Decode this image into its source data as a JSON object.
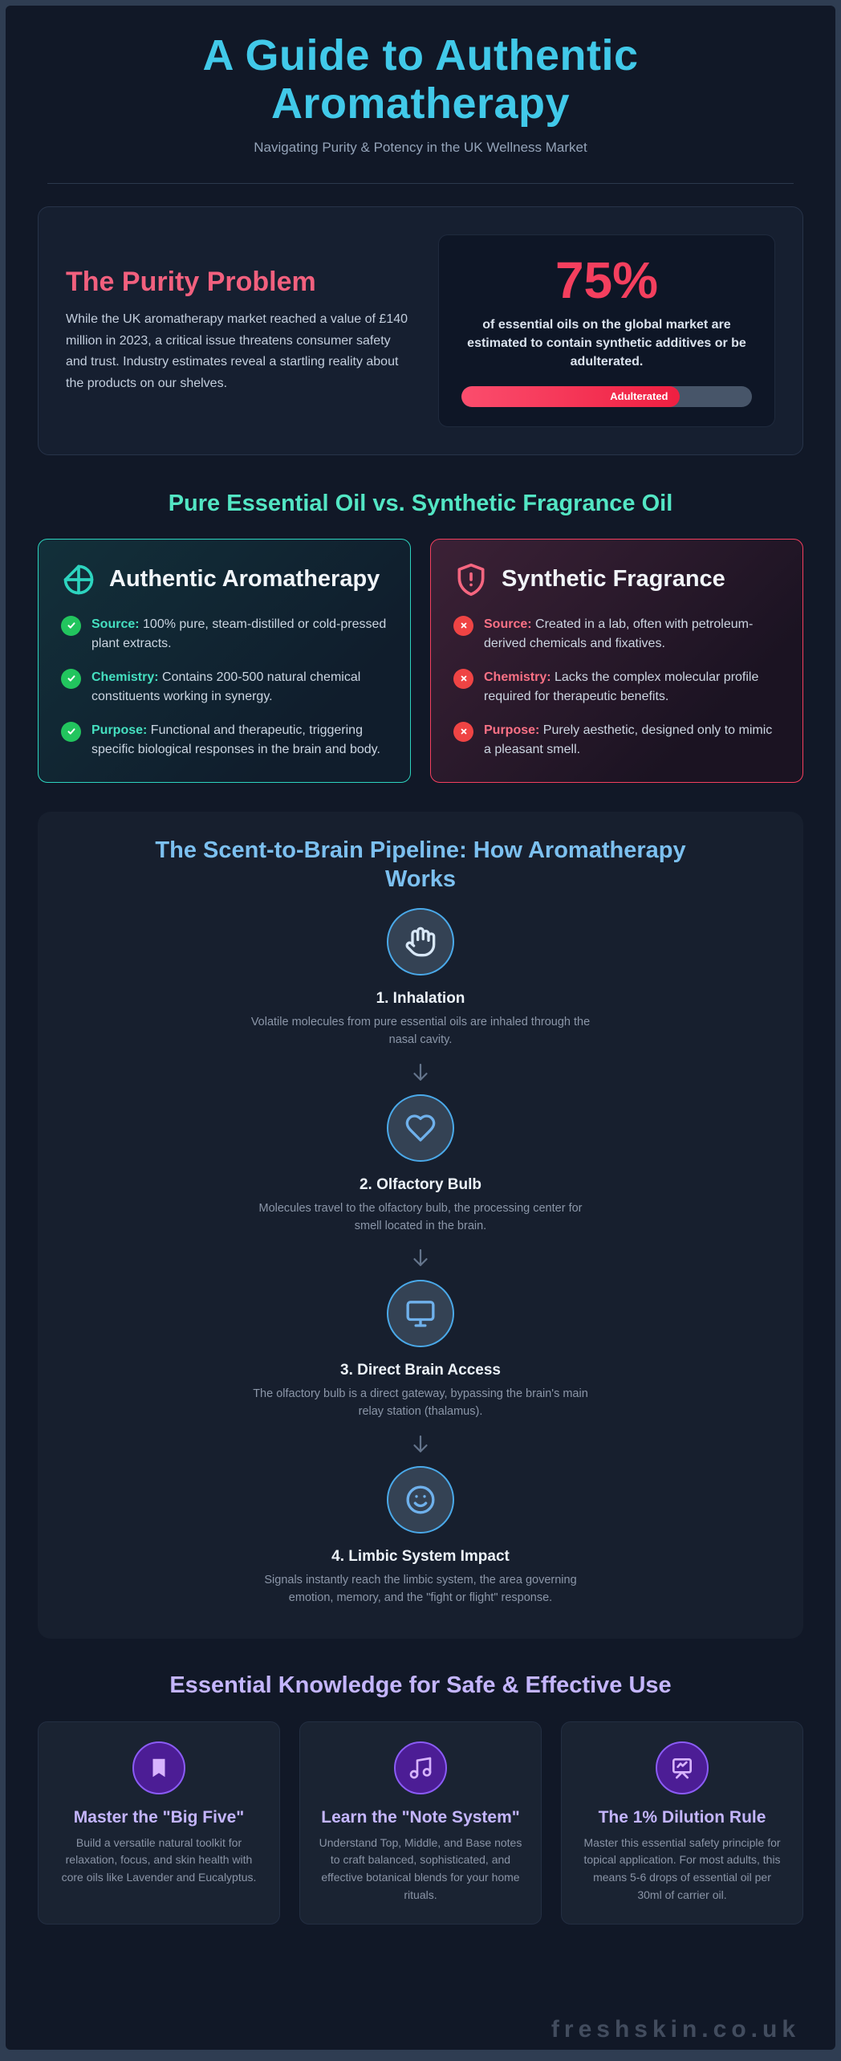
{
  "page": {
    "title_line1": "A Guide to Authentic",
    "title_line2": "Aromatherapy",
    "subtitle": "Navigating Purity & Potency in the UK Wellness Market",
    "watermark": "freshskin.co.uk"
  },
  "colors": {
    "title_cyan": "#41c9e9",
    "rose_accent": "#f43f5e",
    "teal_accent": "#2dd4bf",
    "blue_accent": "#7cc0f0",
    "purple_accent": "#8b5cf6",
    "check_green": "#22c55e",
    "cross_red": "#ef4444"
  },
  "purity": {
    "heading": "The Purity Problem",
    "body": "While the UK aromatherapy market reached a value of £140 million in 2023, a critical issue threatens consumer safety and trust. Industry estimates reveal a startling reality about the products on our shelves.",
    "stat_value": "75%",
    "stat_caption": "of essential oils on the global market are estimated to contain synthetic additives or be adulterated.",
    "bar_label": "Adulterated",
    "bar_percent": 75
  },
  "comparison": {
    "heading": "Pure Essential Oil vs. Synthetic Fragrance Oil",
    "authentic": {
      "title": "Authentic Aromatherapy",
      "items": [
        {
          "label": "Source:",
          "text": "100% pure, steam-distilled or cold-pressed plant extracts."
        },
        {
          "label": "Chemistry:",
          "text": "Contains 200-500 natural chemical constituents working in synergy."
        },
        {
          "label": "Purpose:",
          "text": "Functional and therapeutic, triggering specific biological responses in the brain and body."
        }
      ]
    },
    "synthetic": {
      "title": "Synthetic Fragrance",
      "items": [
        {
          "label": "Source:",
          "text": "Created in a lab, often with petroleum-derived chemicals and fixatives."
        },
        {
          "label": "Chemistry:",
          "text": "Lacks the complex molecular profile required for therapeutic benefits."
        },
        {
          "label": "Purpose:",
          "text": "Purely aesthetic, designed only to mimic a pleasant smell."
        }
      ]
    }
  },
  "pipeline": {
    "heading": "The Scent-to-Brain Pipeline: How Aromatherapy Works",
    "steps": [
      {
        "icon": "hand-icon",
        "title": "1. Inhalation",
        "text": "Volatile molecules from pure essential oils are inhaled through the nasal cavity."
      },
      {
        "icon": "heart-icon",
        "title": "2. Olfactory Bulb",
        "text": "Molecules travel to the olfactory bulb, the processing center for smell located in the brain."
      },
      {
        "icon": "monitor-icon",
        "title": "3. Direct Brain Access",
        "text": "The olfactory bulb is a direct gateway, bypassing the brain's main relay station (thalamus)."
      },
      {
        "icon": "smile-icon",
        "title": "4. Limbic System Impact",
        "text": "Signals instantly reach the limbic system, the area governing emotion, memory, and the \"fight or flight\" response."
      }
    ]
  },
  "knowledge": {
    "heading": "Essential Knowledge for Safe & Effective Use",
    "cards": [
      {
        "icon": "bookmark-icon",
        "title": "Master the \"Big Five\"",
        "text": "Build a versatile natural toolkit for relaxation, focus, and skin health with core oils like Lavender and Eucalyptus."
      },
      {
        "icon": "music-note-icon",
        "title": "Learn the \"Note System\"",
        "text": "Understand Top, Middle, and Base notes to craft balanced, sophisticated, and effective botanical blends for your home rituals."
      },
      {
        "icon": "presentation-icon",
        "title": "The 1% Dilution Rule",
        "text": "Master this essential safety principle for topical application. For most adults, this means 5-6 drops of essential oil per 30ml of carrier oil."
      }
    ]
  }
}
